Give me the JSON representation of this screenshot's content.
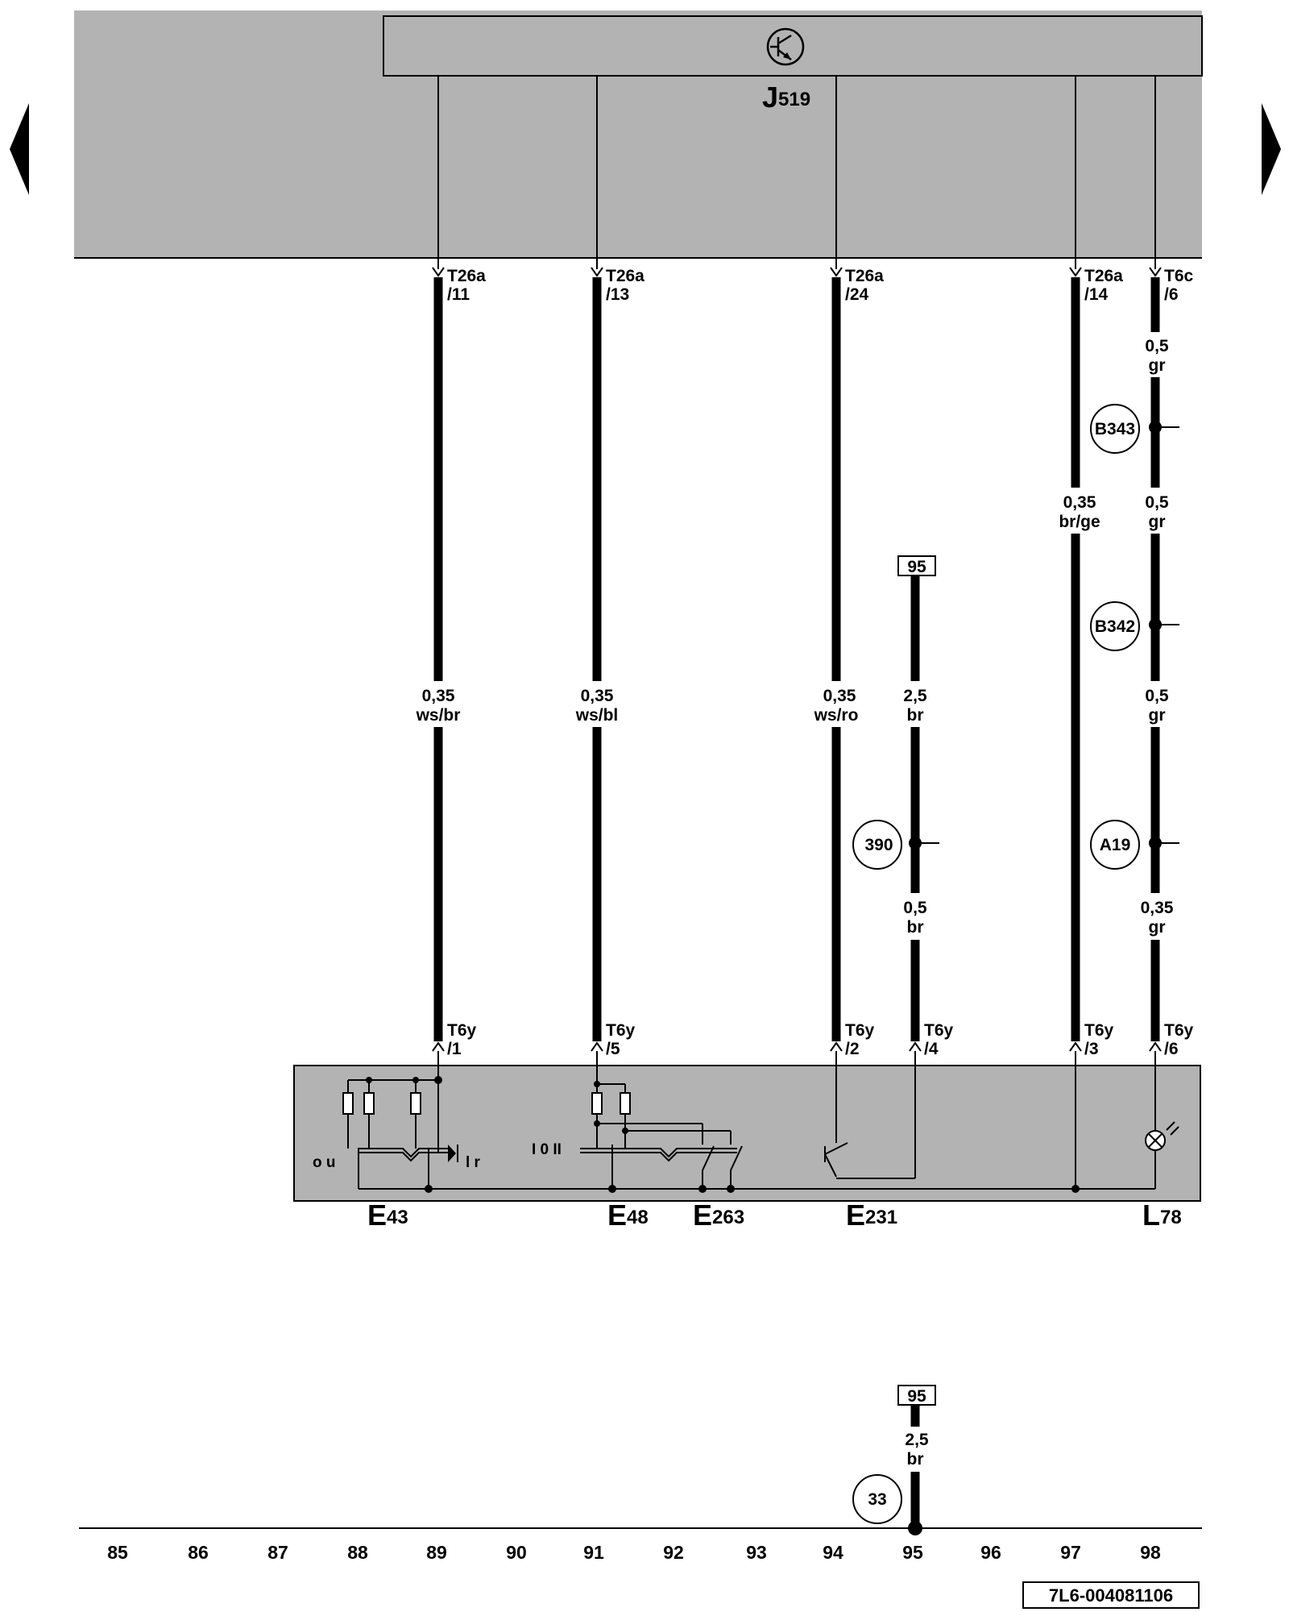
{
  "navigation": {
    "prev_icon": "triangle-left-icon",
    "next_icon": "triangle-right-icon"
  },
  "control_unit": {
    "name": "J",
    "sub": "519",
    "symbol": "transistor-symbol-icon"
  },
  "wires": [
    {
      "top_conn": "T26a",
      "top_pin": "/11",
      "cross": "0,35",
      "color": "ws/br",
      "bottom_conn": "T6y",
      "bottom_pin": "/1"
    },
    {
      "top_conn": "T26a",
      "top_pin": "/13",
      "cross": "0,35",
      "color": "ws/bl",
      "bottom_conn": "T6y",
      "bottom_pin": "/5"
    },
    {
      "top_conn": "T26a",
      "top_pin": "/24",
      "cross": "0,35",
      "color": "ws/ro",
      "bottom_conn": "T6y",
      "bottom_pin": "/2"
    },
    {
      "top_ref": "95",
      "cross_top": "2,5",
      "color_top": "br",
      "junction": "390",
      "cross_bottom": "0,5",
      "color_bottom": "br",
      "bottom_conn": "T6y",
      "bottom_pin": "/4"
    },
    {
      "top_conn": "T26a",
      "top_pin": "/14",
      "cross": "0,35",
      "color": "br/ge",
      "bottom_conn": "T6y",
      "bottom_pin": "/3"
    },
    {
      "top_conn": "T6c",
      "top_pin": "/6",
      "segments": [
        {
          "cross": "0,5",
          "color": "gr"
        },
        {
          "cross": "0,5",
          "color": "gr"
        },
        {
          "cross": "0,5",
          "color": "gr"
        },
        {
          "cross": "0,35",
          "color": "gr"
        }
      ],
      "junctions": [
        "B343",
        "B342",
        "A19"
      ],
      "bottom_conn": "T6y",
      "bottom_pin": "/6"
    }
  ],
  "switch_unit": {
    "e43_left_labels": "o u",
    "e43_right_labels": "l r",
    "e48_labels": "I 0 II"
  },
  "components": [
    {
      "name": "E",
      "sub": "43"
    },
    {
      "name": "E",
      "sub": "48"
    },
    {
      "name": "E",
      "sub": "263"
    },
    {
      "name": "E",
      "sub": "231"
    },
    {
      "name": "L",
      "sub": "78"
    }
  ],
  "ground": {
    "ref": "95",
    "cross": "2,5",
    "color": "br",
    "point": "33"
  },
  "track_numbers": [
    "85",
    "86",
    "87",
    "88",
    "89",
    "90",
    "91",
    "92",
    "93",
    "94",
    "95",
    "96",
    "97",
    "98"
  ],
  "diagram_code": "7L6-004081106"
}
